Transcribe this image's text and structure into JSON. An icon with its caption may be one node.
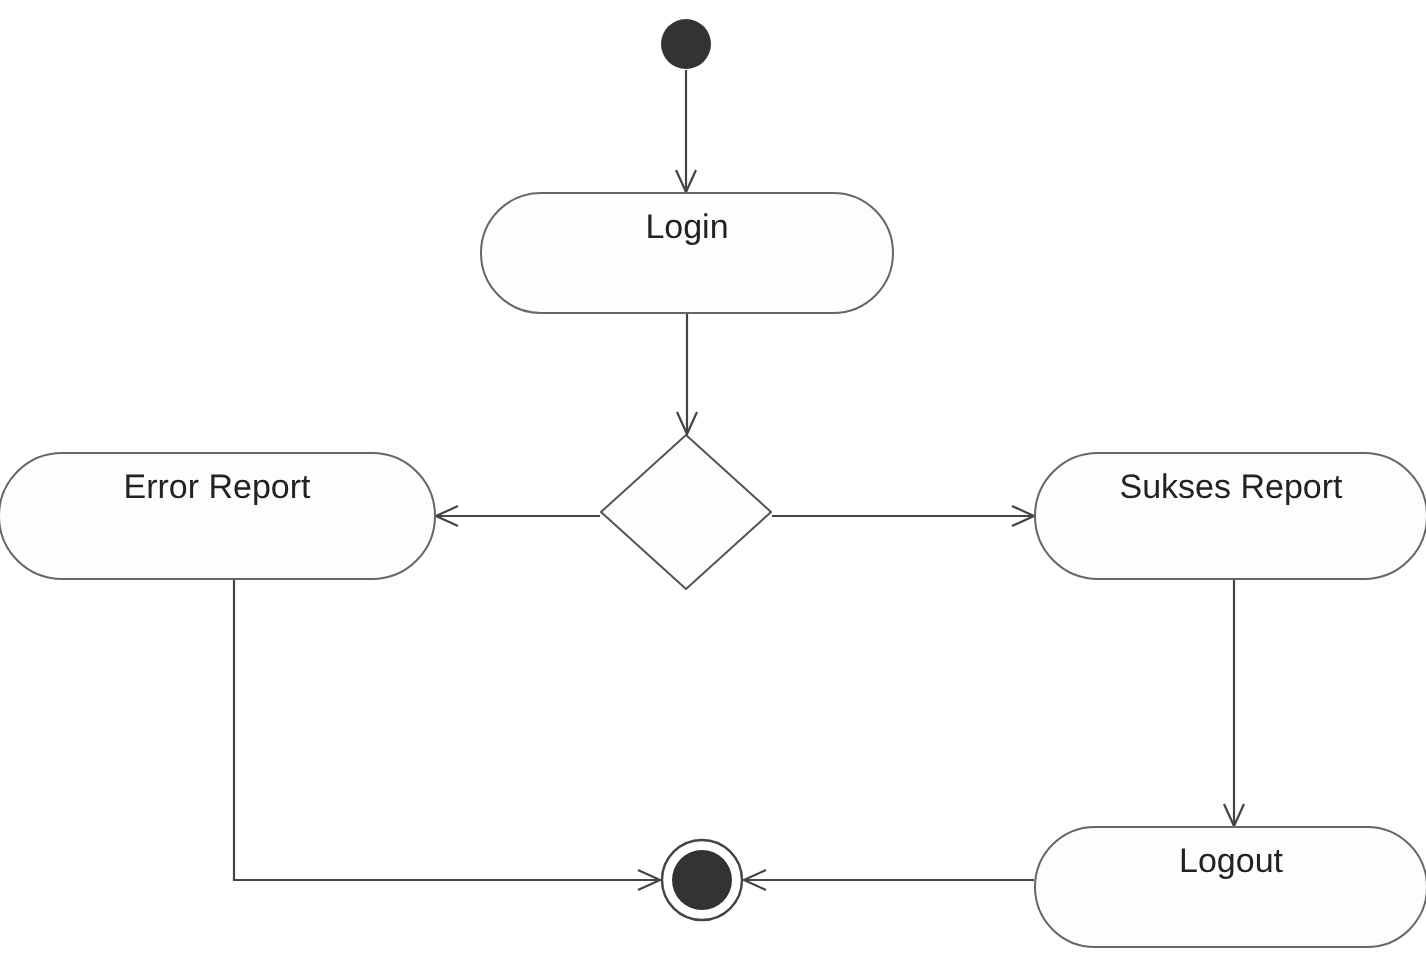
{
  "diagram": {
    "nodes": [
      {
        "text": [],
        "shape": "circle"
      },
      {
        "text": [
          "Login"
        ]
      },
      {
        "text": [],
        "shape": "diamond"
      },
      {
        "text": [
          "Error Report"
        ]
      },
      {
        "text": [
          "Sukses Report"
        ]
      },
      {
        "text": [
          "Logout"
        ]
      },
      {
        "text": [],
        "shape": "bullseye"
      }
    ],
    "edges": [
      {
        "from": 0,
        "to": 1,
        "arrow": "to"
      },
      {
        "from": 1,
        "to": 2,
        "arrow": "to"
      },
      {
        "from": 2,
        "to": 3,
        "arrow": "to"
      },
      {
        "from": 2,
        "to": 4,
        "arrow": "to"
      },
      {
        "from": 3,
        "to": 6,
        "arrow": "to"
      },
      {
        "from": 4,
        "to": 5,
        "arrow": "to"
      },
      {
        "from": 5,
        "to": 6,
        "arrow": "to"
      }
    ]
  }
}
